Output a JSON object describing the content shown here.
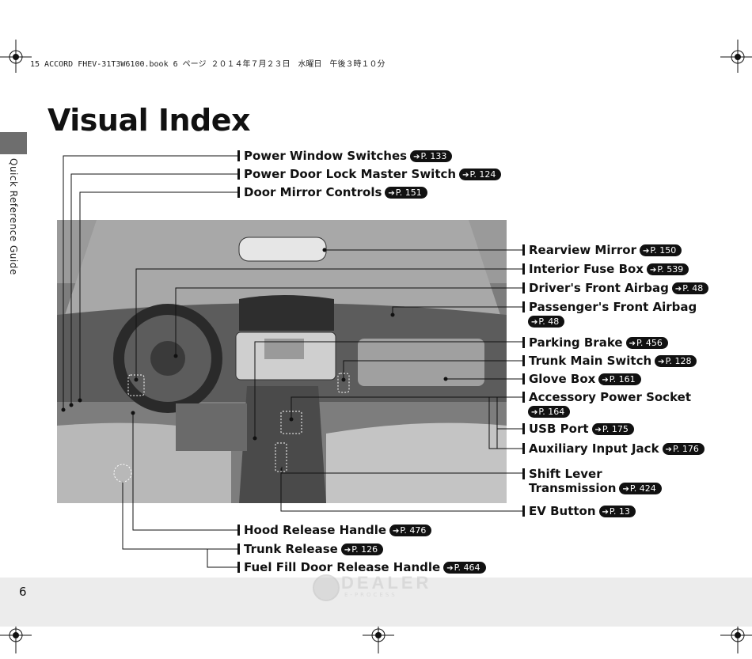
{
  "book_header": "15 ACCORD FHEV-31T3W6100.book  6 ページ  ２０１４年７月２３日　水曜日　午後３時１０分",
  "title": "Visual Index",
  "side_label": "Quick Reference Guide",
  "page_number": "6",
  "watermark": {
    "main": "DEALER",
    "sub": "E-PROCESS"
  },
  "top_labels": [
    {
      "text": "Power Window Switches",
      "ref": "P. 133"
    },
    {
      "text": "Power Door Lock Master Switch",
      "ref": "P. 124"
    },
    {
      "text": "Door Mirror Controls",
      "ref": "P. 151"
    }
  ],
  "right_labels": [
    {
      "text": "Rearview Mirror",
      "ref": "P. 150"
    },
    {
      "text": "Interior Fuse Box",
      "ref": "P. 539"
    },
    {
      "text": "Driver's Front Airbag",
      "ref": "P. 48"
    },
    {
      "text": "Passenger's Front Airbag",
      "ref": "P. 48"
    },
    {
      "text": "Parking Brake",
      "ref": "P. 456"
    },
    {
      "text": "Trunk Main Switch",
      "ref": "P. 128"
    },
    {
      "text": "Glove Box",
      "ref": "P. 161"
    },
    {
      "text": "Accessory Power Socket",
      "ref": "P. 164"
    },
    {
      "text": "USB Port",
      "ref": "P. 175"
    },
    {
      "text": "Auxiliary Input Jack",
      "ref": "P. 176"
    },
    {
      "text": "Shift Lever",
      "line2": "Transmission",
      "ref": "P. 424"
    },
    {
      "text": "EV Button",
      "ref": "P. 13"
    }
  ],
  "bottom_labels": [
    {
      "text": "Hood Release Handle",
      "ref": "P. 476"
    },
    {
      "text": "Trunk Release",
      "ref": "P. 126"
    },
    {
      "text": "Fuel Fill Door Release Handle",
      "ref": "P. 464"
    }
  ],
  "ref_arrow": "➔",
  "image_alt": "Honda Accord dashboard interior photo"
}
